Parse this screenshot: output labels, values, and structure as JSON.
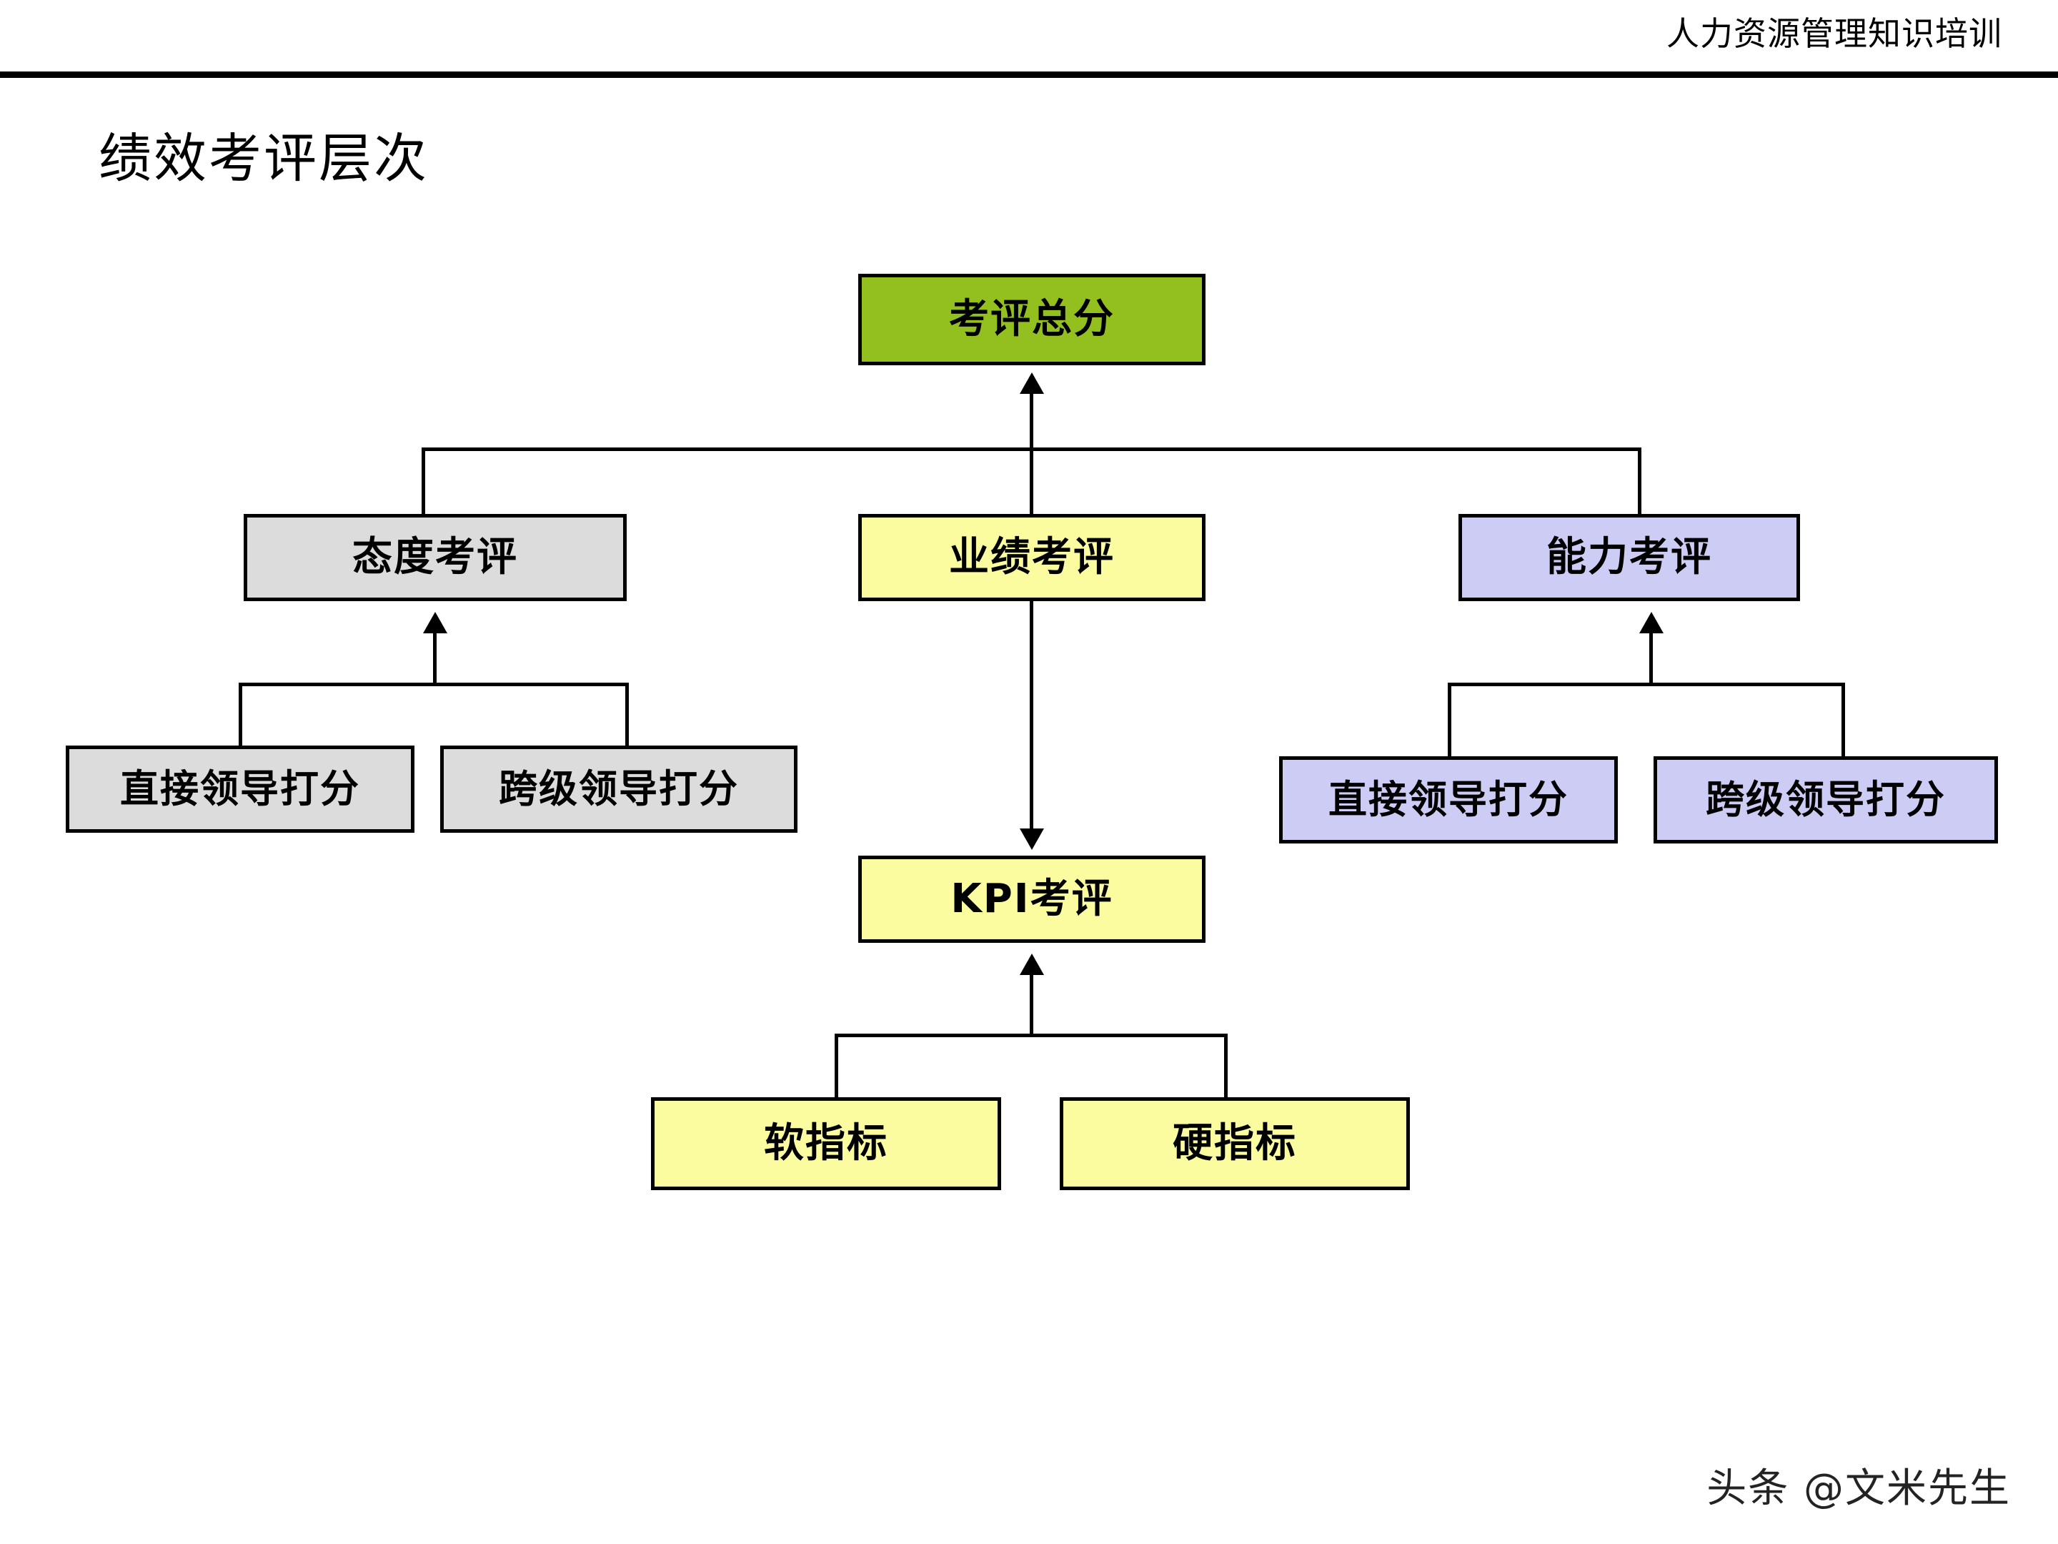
{
  "header": {
    "title": "人力资源管理知识培训"
  },
  "page": {
    "title": "绩效考评层次"
  },
  "footer": {
    "watermark": "头条 @文米先生"
  },
  "colors": {
    "green": "#93C01F",
    "gray": "#DCDCDC",
    "yellow": "#FBFBA0",
    "purple": "#CCCCF5",
    "stroke": "#000000",
    "background": "#FFFFFF"
  },
  "chart_data": {
    "type": "diagram",
    "subtype": "hierarchy-tree",
    "title": "绩效考评层次",
    "direction": "children-point-up-to-parent",
    "nodes": [
      {
        "id": "total",
        "label": "考评总分",
        "level": 0,
        "color": "#93C01F",
        "group": "root"
      },
      {
        "id": "attitude",
        "label": "态度考评",
        "level": 1,
        "color": "#DCDCDC",
        "group": "attitude"
      },
      {
        "id": "perf",
        "label": "业绩考评",
        "level": 1,
        "color": "#FBFBA0",
        "group": "performance"
      },
      {
        "id": "ability",
        "label": "能力考评",
        "level": 1,
        "color": "#CCCCF5",
        "group": "ability"
      },
      {
        "id": "att-direct",
        "label": "直接领导打分",
        "level": 2,
        "color": "#DCDCDC",
        "group": "attitude"
      },
      {
        "id": "att-skip",
        "label": "跨级领导打分",
        "level": 2,
        "color": "#DCDCDC",
        "group": "attitude"
      },
      {
        "id": "abl-direct",
        "label": "直接领导打分",
        "level": 2,
        "color": "#CCCCF5",
        "group": "ability"
      },
      {
        "id": "abl-skip",
        "label": "跨级领导打分",
        "level": 2,
        "color": "#CCCCF5",
        "group": "ability"
      },
      {
        "id": "kpi",
        "label": "KPI考评",
        "level": 2,
        "color": "#FBFBA0",
        "group": "performance"
      },
      {
        "id": "soft",
        "label": "软指标",
        "level": 3,
        "color": "#FBFBA0",
        "group": "performance"
      },
      {
        "id": "hard",
        "label": "硬指标",
        "level": 3,
        "color": "#FBFBA0",
        "group": "performance"
      }
    ],
    "edges": [
      {
        "from": "attitude",
        "to": "total",
        "arrow": "up"
      },
      {
        "from": "perf",
        "to": "total",
        "arrow": "up"
      },
      {
        "from": "ability",
        "to": "total",
        "arrow": "up"
      },
      {
        "from": "att-direct",
        "to": "attitude",
        "arrow": "up"
      },
      {
        "from": "att-skip",
        "to": "attitude",
        "arrow": "up"
      },
      {
        "from": "abl-direct",
        "to": "ability",
        "arrow": "up"
      },
      {
        "from": "abl-skip",
        "to": "ability",
        "arrow": "up"
      },
      {
        "from": "perf",
        "to": "kpi",
        "arrow": "down"
      },
      {
        "from": "soft",
        "to": "kpi",
        "arrow": "up"
      },
      {
        "from": "hard",
        "to": "kpi",
        "arrow": "up"
      }
    ]
  },
  "diagram": {
    "total": "考评总分",
    "attitude": "态度考评",
    "performance": "业绩考评",
    "ability": "能力考评",
    "attitude_direct": "直接领导打分",
    "attitude_skip": "跨级领导打分",
    "ability_direct": "直接领导打分",
    "ability_skip": "跨级领导打分",
    "kpi": "KPI考评",
    "soft": "软指标",
    "hard": "硬指标"
  }
}
